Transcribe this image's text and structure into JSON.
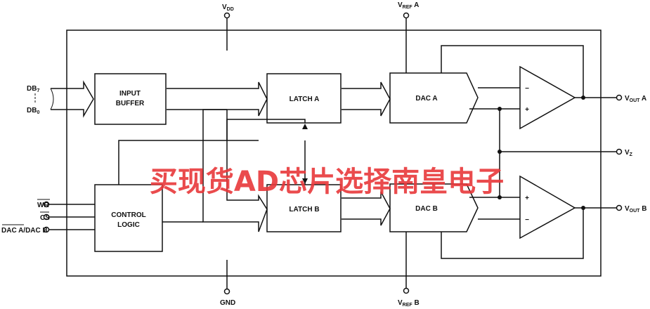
{
  "blocks": {
    "input_buffer": [
      "INPUT",
      "BUFFER"
    ],
    "control_logic": [
      "CONTROL",
      "LOGIC"
    ],
    "latch_a": "LATCH A",
    "latch_b": "LATCH B",
    "dac_a": "DAC A",
    "dac_b": "DAC B"
  },
  "pins": {
    "vdd": {
      "main": "V",
      "sub": "DD"
    },
    "gnd": "GND",
    "vref_a": {
      "main": "V",
      "sub": "REF",
      "suffix": " A"
    },
    "vref_b": {
      "main": "V",
      "sub": "REF",
      "suffix": " B"
    },
    "vout_a": {
      "main": "V",
      "sub": "OUT",
      "suffix": " A"
    },
    "vout_b": {
      "main": "V",
      "sub": "OUT",
      "suffix": " B"
    },
    "vz": {
      "main": "V",
      "sub": "Z"
    },
    "db7": {
      "main": "DB",
      "sub": "7"
    },
    "db0": {
      "main": "DB",
      "sub": "0"
    },
    "wr": "WR",
    "cs": "CS",
    "dac_sel": "DAC A/DAC B"
  },
  "opamp_signs": {
    "minus": "−",
    "plus": "+"
  },
  "watermark": {
    "text": "买现货AD芯片选择南皇电子",
    "color": "#e8373a"
  },
  "colors": {
    "line": "#111111",
    "background": "#ffffff"
  }
}
